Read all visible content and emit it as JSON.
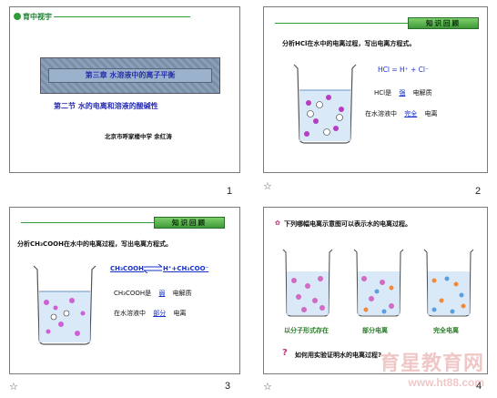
{
  "slide1": {
    "logo": "育中视宇",
    "chapter_title": "第三章 水溶液中的离子平衡",
    "section_title": "第二节 水的电离和溶液的酸碱性",
    "author": "北京市呼家楼中学 余红涛",
    "page": "1"
  },
  "slide2": {
    "badge": "知识回顾",
    "prompt": "分析HCl在水中的电离过程，写出电离方程式。",
    "equation": "HCl = H⁺ + Cl⁻",
    "line1_prefix": "HCl是",
    "line1_fill": "强",
    "line1_suffix": "电解质",
    "line2_prefix": "在水溶液中",
    "line2_fill": "完全",
    "line2_suffix": "电离",
    "page": "2"
  },
  "slide3": {
    "badge": "知识回顾",
    "prompt": "分析CH₃COOH在水中的电离过程，写出电离方程式。",
    "eq_left": "CH₃COOH",
    "eq_right": "H⁺+CH₃COO⁻",
    "line1_prefix": "CH₃COOH是",
    "line1_fill": "弱",
    "line1_suffix": "电解质",
    "line2_prefix": "在水溶液中",
    "line2_fill": "部分",
    "line2_suffix": "电离",
    "page": "3"
  },
  "slide4": {
    "prompt": "下列哪幅电离示意图可以表示水的电离过程。",
    "label1": "以分子形式存在",
    "label2": "部分电离",
    "label3": "完全电离",
    "question": "如何用实验证明水的电离过程?",
    "page": "4"
  },
  "watermark": {
    "line1": "育星教育网",
    "line2": "www.ht88.com"
  }
}
